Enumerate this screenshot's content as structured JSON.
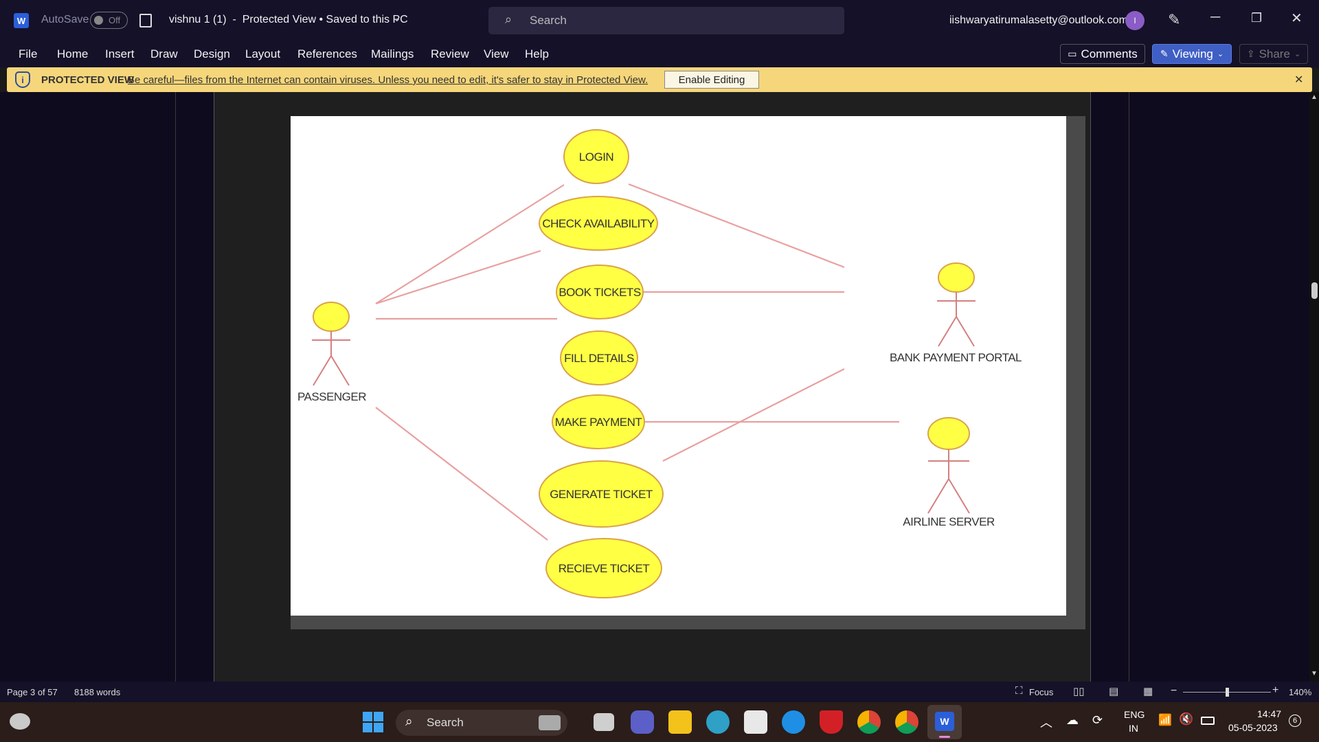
{
  "titlebar": {
    "autosave_label": "AutoSave",
    "autosave_state": "Off",
    "doc_title": "vishnu 1 (1)  -  Protected View • Saved to this PC",
    "search_placeholder": "Search",
    "account_email": "iishwaryatirumalasetty@outlook.com",
    "avatar_initial": "I"
  },
  "ribbon": {
    "tabs": [
      "File",
      "Home",
      "Insert",
      "Draw",
      "Design",
      "Layout",
      "References",
      "Mailings",
      "Review",
      "View",
      "Help"
    ],
    "comments_label": "Comments",
    "viewing_label": "Viewing",
    "share_label": "Share"
  },
  "protected_view": {
    "title": "PROTECTED VIEW",
    "message": "Be careful—files from the Internet can contain viruses. Unless you need to edit, it's safer to stay in Protected View.",
    "button": "Enable Editing"
  },
  "diagram": {
    "use_cases": [
      "LOGIN",
      "CHECK AVAILABILITY",
      "BOOK TICKETS",
      "FILL DETAILS",
      "MAKE PAYMENT",
      "GENERATE TICKET",
      "RECIEVE TICKET"
    ],
    "actors": [
      "PASSENGER",
      "BANK PAYMENT PORTAL",
      "AIRLINE SERVER"
    ],
    "colors": {
      "ellipse_fill": "#ffff44",
      "ellipse_stroke": "#d9a34a",
      "line": "#e8a0a0",
      "actor": "#d48080"
    }
  },
  "status": {
    "page": "Page 3 of 57",
    "words": "8188 words",
    "focus": "Focus",
    "zoom": "140%"
  },
  "taskbar": {
    "search": "Search",
    "lang1": "ENG",
    "lang2": "IN",
    "time": "14:47",
    "date": "05-05-2023",
    "badge": "6"
  }
}
